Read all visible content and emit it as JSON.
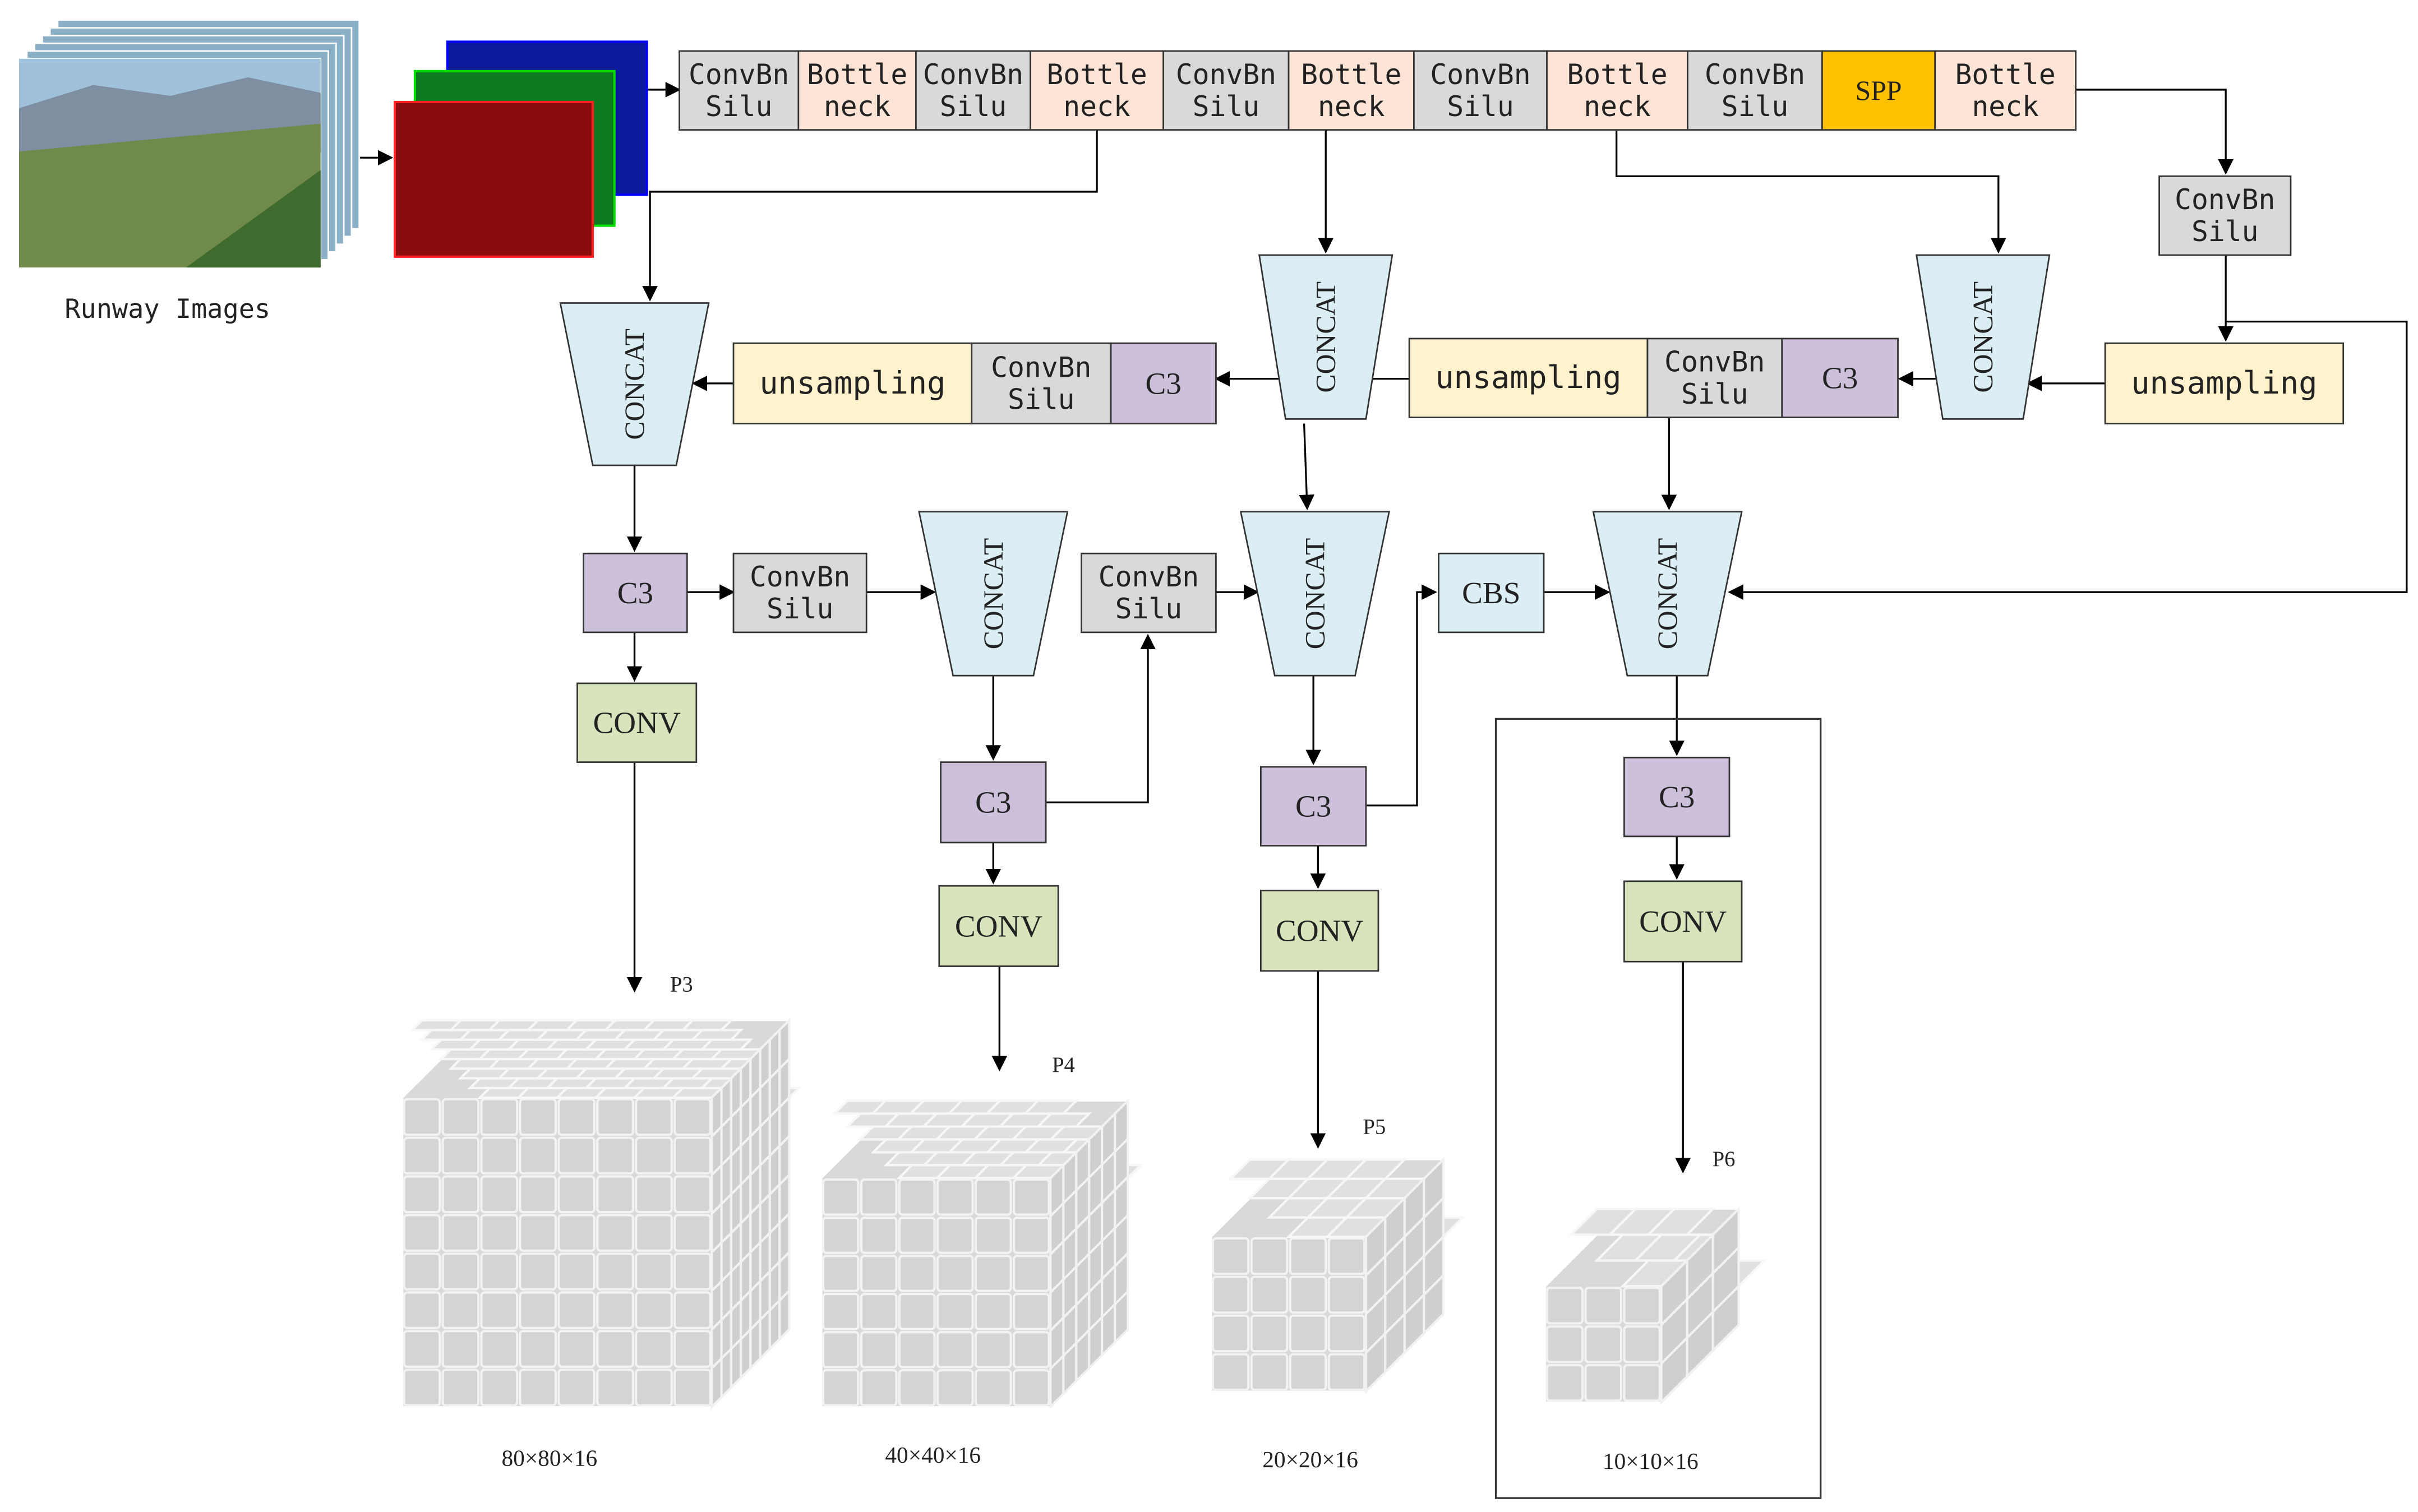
{
  "input": {
    "caption": "Runway Images"
  },
  "backbone": {
    "blocks": [
      "ConvBn\nSilu",
      "Bottle\nneck",
      "ConvBn\nSilu",
      "Bottle\nneck",
      "ConvBn\nSilu",
      "Bottle\nneck",
      "ConvBn\nSilu",
      "Bottle\nneck",
      "ConvBn\nSilu",
      "SPP",
      "Bottle\nneck"
    ]
  },
  "neck": {
    "convbn": "ConvBn\nSilu",
    "upsample": "unsampling",
    "concat": "CONCAT",
    "c3": "C3",
    "cbs": "CBS",
    "conv": "CONV"
  },
  "heads": [
    {
      "label": "P3",
      "size": "80×80×16"
    },
    {
      "label": "P4",
      "size": "40×40×16"
    },
    {
      "label": "P5",
      "size": "20×20×16"
    },
    {
      "label": "P6",
      "size": "10×10×16"
    }
  ],
  "colors": {
    "convbn": "#d9d9d9",
    "bottleneck": "#fce4d6",
    "spp": "#ffc000",
    "concat": "#dbeef4",
    "c3": "#ccc0da",
    "conv": "#d8e4bc",
    "upsample": "#fff2cc",
    "cbs": "#dbeef4",
    "cube": "#d9d9d9"
  }
}
